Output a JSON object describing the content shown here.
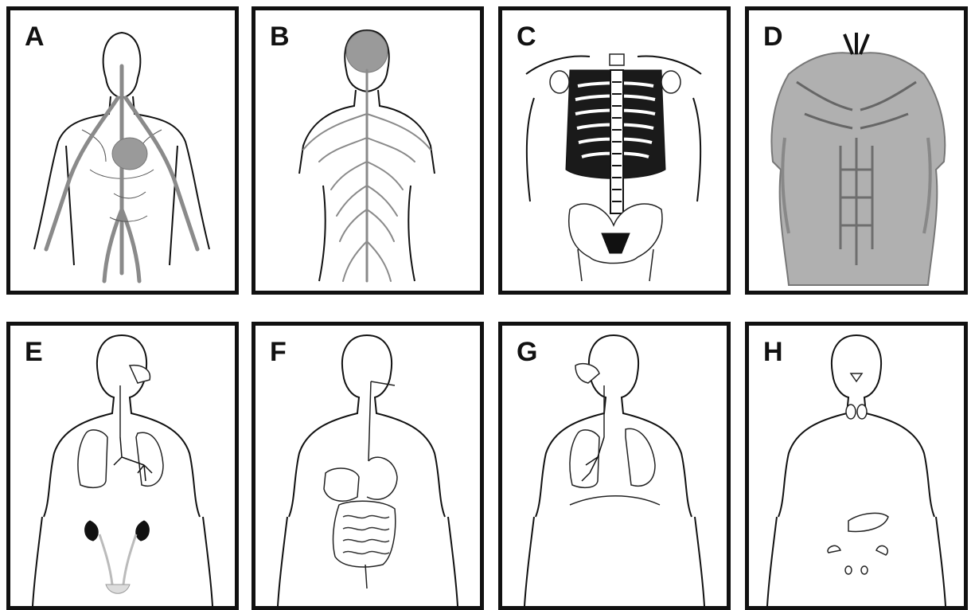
{
  "panels": [
    {
      "id": "A",
      "label": "A"
    },
    {
      "id": "B",
      "label": "B"
    },
    {
      "id": "C",
      "label": "C"
    },
    {
      "id": "D",
      "label": "D"
    },
    {
      "id": "E",
      "label": "E"
    },
    {
      "id": "F",
      "label": "F"
    },
    {
      "id": "G",
      "label": "G"
    },
    {
      "id": "H",
      "label": "H"
    }
  ],
  "colors": {
    "border": "#111111",
    "line": "#111111",
    "vessel": "#8a8a8a",
    "background": "#ffffff"
  }
}
